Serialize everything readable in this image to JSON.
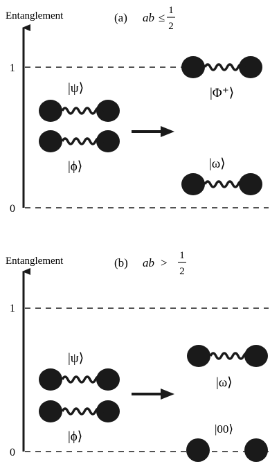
{
  "panel_a": {
    "y_axis_label": "Entanglement",
    "tag": "(a)",
    "condition_var": "ab",
    "condition_op": "≤",
    "condition_num": "1",
    "condition_den": "2",
    "tick_top": "1",
    "tick_bottom": "0",
    "ket_psi": "|ψ⟩",
    "ket_phi": "|ϕ⟩",
    "ket_Phi_plus": "|Φ⁺⟩",
    "ket_omega": "|ω⟩"
  },
  "panel_b": {
    "y_axis_label": "Entanglement",
    "tag": "(b)",
    "condition_var": "ab",
    "condition_op": ">",
    "condition_num": "1",
    "condition_den": "2",
    "tick_top": "1",
    "tick_bottom": "0",
    "ket_psi": "|ψ⟩",
    "ket_phi": "|ϕ⟩",
    "ket_omega": "|ω⟩",
    "ket_00": "|00⟩"
  },
  "colors": {
    "ink": "#1a1a1a",
    "background": "#ffffff"
  }
}
